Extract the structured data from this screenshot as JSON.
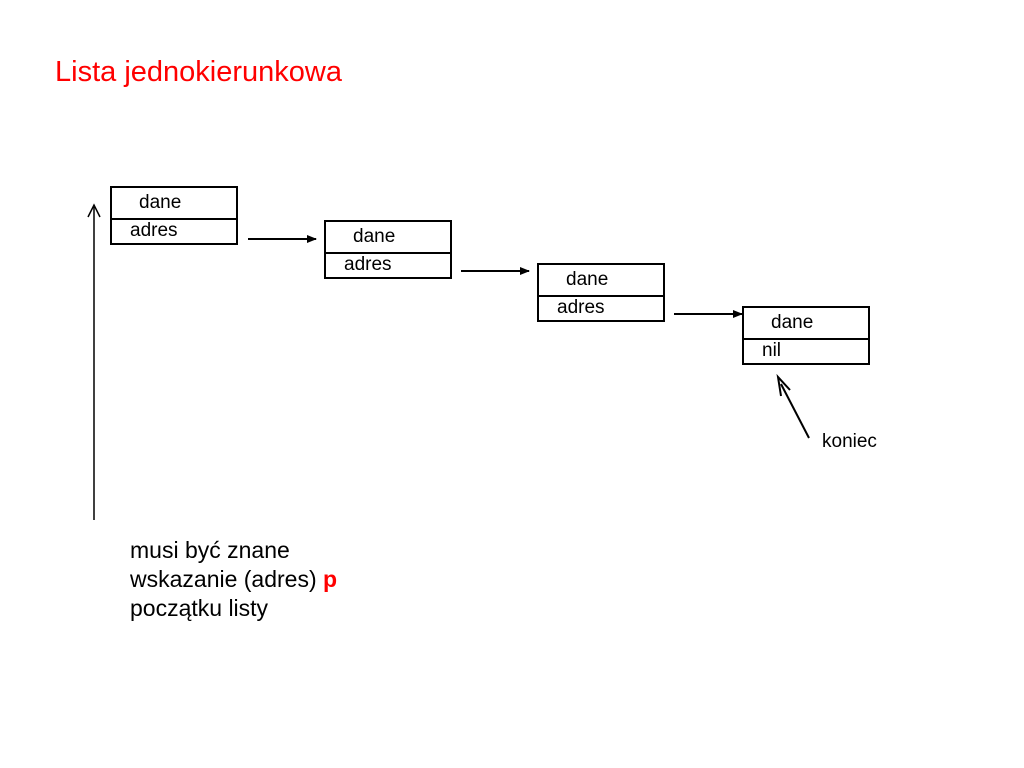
{
  "title": "Lista jednokierunkowa",
  "nodes": [
    {
      "data_label": "dane",
      "pointer_label": "adres"
    },
    {
      "data_label": "dane",
      "pointer_label": "adres"
    },
    {
      "data_label": "dane",
      "pointer_label": "adres"
    },
    {
      "data_label": "dane",
      "pointer_label": "nil"
    }
  ],
  "end_label": "koniec",
  "note": {
    "line1": "musi być znane",
    "line2": "wskazanie (adres)",
    "pointer_name": "p",
    "line3": "początku listy"
  },
  "colors": {
    "title": "#ff0000",
    "highlight": "#ff0000",
    "lines": "#000000"
  }
}
